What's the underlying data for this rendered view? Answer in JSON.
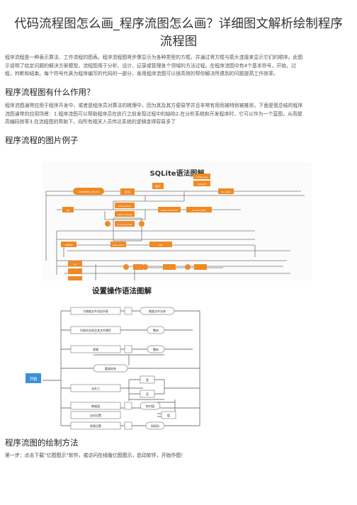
{
  "article": {
    "title_line1": "代码流程图怎么画_程序流图怎么画？详细图文解析绘制程序",
    "title_line2": "流程图",
    "intro_line1": "程序流程是一种表示算法、工作流程的图表。程序流程图将步骤显示为各种类型的方框，并通过将方框与箭头连接来显示它们的顺序。此图",
    "intro_line2": "示说明了给定问题的解决方案模型。流程图用于分析、设计、记录或管理各个领域的方法过程。在程序流图中有4个基本符号，开始，过",
    "intro_line3": "程，判断和结束。每个符号代表为程序编写的代码的一部分，善用程序流图可以很高效的帮你解决所遇到的问题提高工作效率。",
    "section1_heading": "程序流程图有什么作用？",
    "section1_line1": "程序流图通常应用于程序开发中，或者是程序员对算法的梳理中，因为其及其方便易学并且非常有用而被特别被推崇。下面是我总结的程序",
    "section1_line2": "流图通常的应用场景：1.程序流图可以帮助程序员在执行之前发现过程中的缺陷2.在分析系统和开发程序时，它可以作为一个蓝图，从而提",
    "section1_line3": "高编码效率3.在流程图的帮助下，向所有相关人员传达系统的逻辑变得容易多了",
    "section2_heading": "程序流程的图片例子",
    "section3_heading": "程序流图的绘制方法",
    "step1": "第一步：点击下载“亿图图示”软件，或访问在线版亿图图示，启动软件，开始作图！"
  },
  "figure1": {
    "title": "SQLite语法图解",
    "nodes": [
      "complete_clause",
      "别名",
      "显示",
      "foreign_key",
      "table_fk",
      "fk_name",
      "as",
      "table_name",
      "select_clause",
      "column_name",
      "table_constraint",
      "foreign_table",
      "select",
      "view_name",
      "sql",
      "key"
    ]
  },
  "figure2": {
    "title": "设置操作语法图解",
    "start": "开始",
    "nodes": [
      "为数据文件添加列表",
      "数据文件名称",
      "列表的名称及其文件属性",
      "整体",
      "隶属",
      "整体",
      "重复结束",
      "去处工",
      "是",
      "否",
      "数据值",
      "绝对值",
      "自动设置",
      "值",
      "权限设置",
      "授权码"
    ]
  },
  "colors": {
    "accent_orange": "#f08a24",
    "fig2_node_blue": "#3b8fd8",
    "line_gray": "#777777"
  }
}
